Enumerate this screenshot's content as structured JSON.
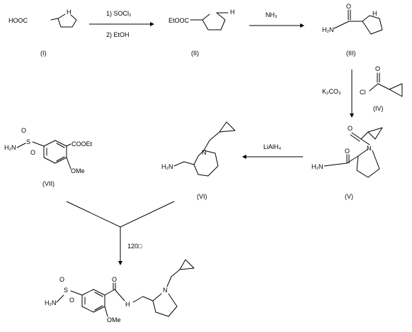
{
  "compounds": {
    "I": {
      "label": "(I)",
      "cooh": "HOOC",
      "nh": "H"
    },
    "II": {
      "label": "(II)",
      "ester": "EtOOC",
      "nh": "H"
    },
    "III": {
      "label": "(III)",
      "o": "O",
      "nh2": "H₂N",
      "nh": "H"
    },
    "IV": {
      "label": "(IV)",
      "o": "O",
      "cl": "Cl"
    },
    "V": {
      "label": "(V)",
      "o1": "O",
      "o2": "O",
      "nh2": "H₂N",
      "n": "N"
    },
    "VI": {
      "label": "(VI)",
      "nh2": "H₂N",
      "n": "N"
    },
    "VII": {
      "label": "(VII)",
      "s": "S",
      "o1": "O",
      "o2": "O",
      "nh2": "H₂N",
      "ester": "COOEt",
      "ome": "OMe"
    },
    "product": {
      "s": "S",
      "o1": "O",
      "o2": "O",
      "nh2": "H₂N",
      "o": "O",
      "nh": "H",
      "n": "N",
      "ome": "OMe"
    }
  },
  "reagents": {
    "step1_line1": "1) SOCl₂",
    "step1_line2": "2) EtOH",
    "step2": "NH₃",
    "step3": "K₂CO₃",
    "step4": "LiAlH₄",
    "step5": "120□"
  }
}
